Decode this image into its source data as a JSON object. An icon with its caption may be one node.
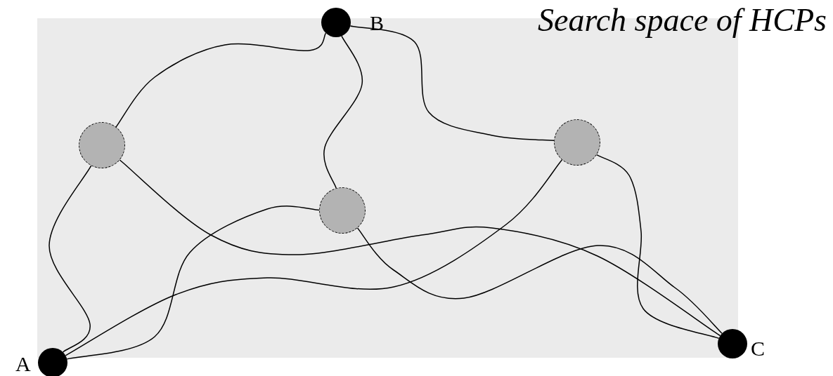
{
  "diagram": {
    "nodes": [
      {
        "text": [
          "Search space of HCPs"
        ]
      },
      {
        "text": [],
        "shape": "circle",
        "beside": [
          "A"
        ]
      },
      {
        "text": [],
        "shape": "circle",
        "beside": [
          "B"
        ]
      },
      {
        "text": [],
        "shape": "circle",
        "beside": [
          "C"
        ]
      },
      {
        "text": [],
        "shape": "circle",
        "in": 0
      },
      {
        "text": [],
        "shape": "circle",
        "in": 0
      },
      {
        "text": [],
        "shape": "circle",
        "in": 0
      }
    ],
    "edges": [
      {
        "from": 4,
        "to": 2,
        "arrow": "none"
      },
      {
        "from": 1,
        "to": 4,
        "arrow": "none"
      },
      {
        "from": 4,
        "to": 3,
        "arrow": "none"
      },
      {
        "from": 1,
        "to": 5,
        "arrow": "none"
      },
      {
        "from": 5,
        "to": 2,
        "arrow": "none"
      },
      {
        "from": 5,
        "to": 3,
        "arrow": "none"
      },
      {
        "from": 1,
        "to": 6,
        "arrow": "none"
      },
      {
        "from": 6,
        "to": 2,
        "arrow": "none"
      },
      {
        "from": 6,
        "to": 3,
        "arrow": "none"
      }
    ]
  }
}
